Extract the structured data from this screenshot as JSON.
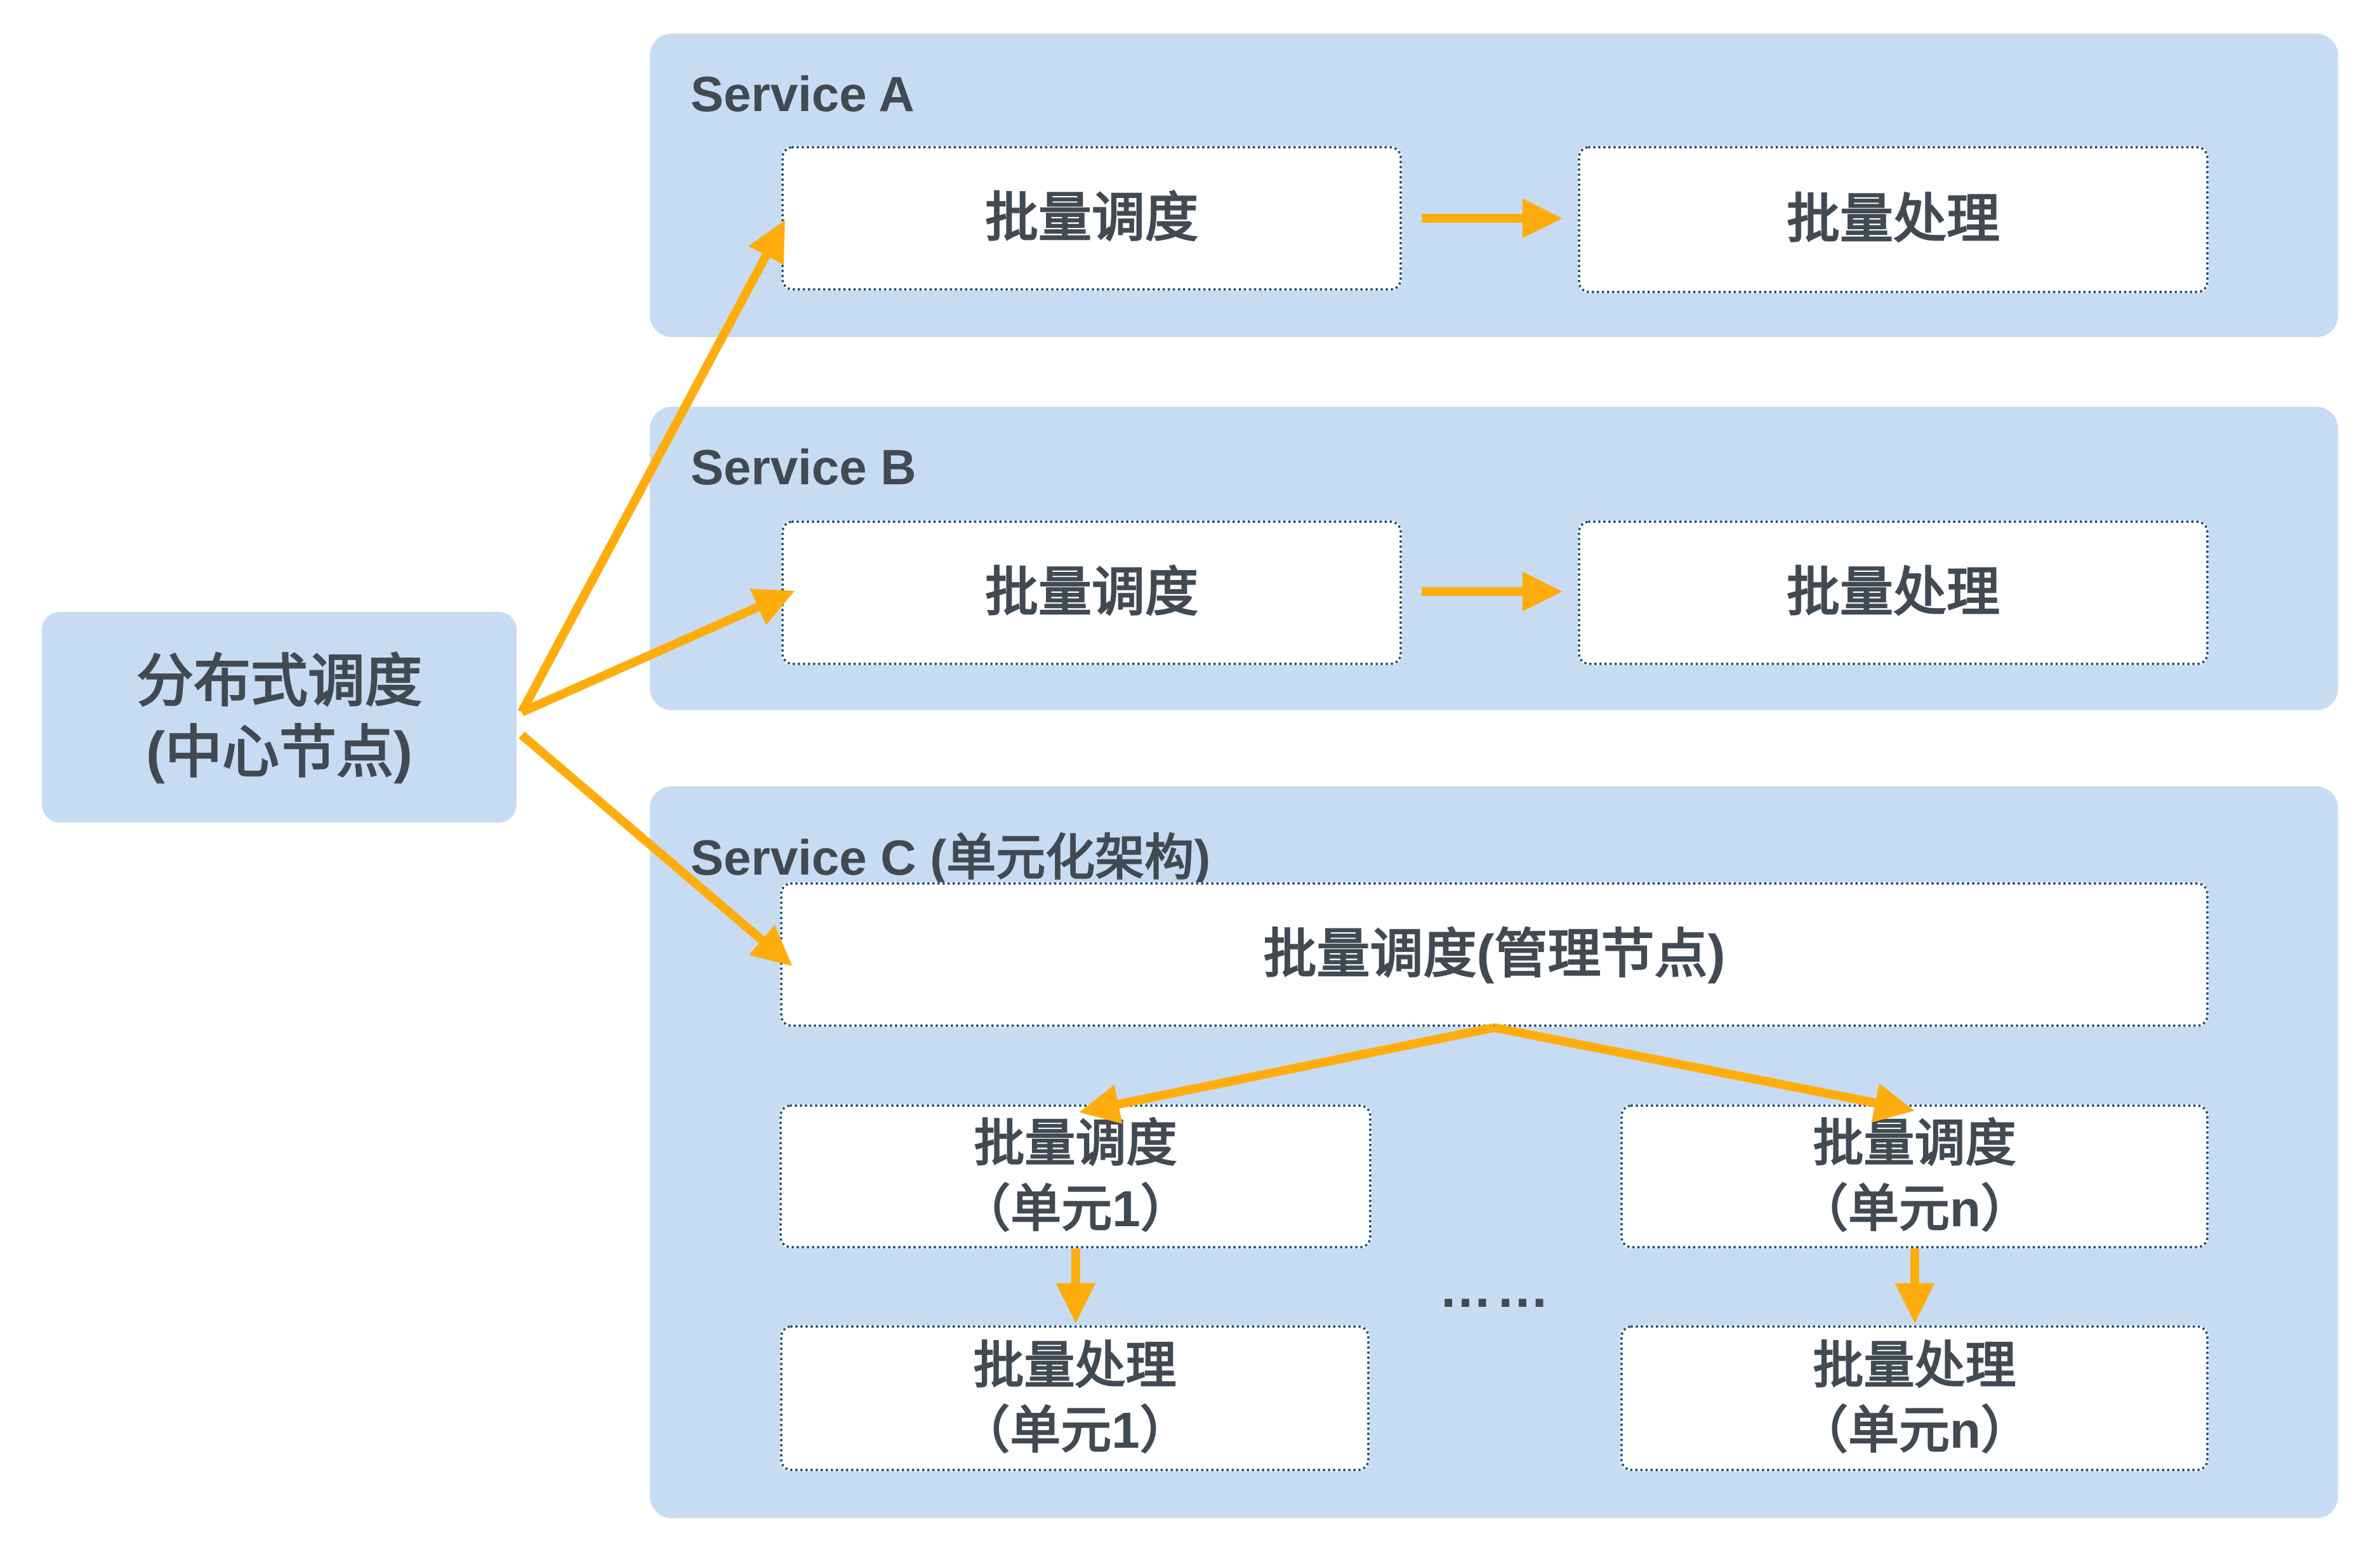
{
  "colors": {
    "canvas_bg": "#FFFFFF",
    "container_fill": "#C7DCF2",
    "box_fill": "#FFFFFF",
    "box_border": "#1F4E79",
    "arrow": "#FFAD0D",
    "text": "#414A53"
  },
  "central_node": {
    "line1": "分布式调度",
    "line2": "(中心节点)"
  },
  "service_a": {
    "title": "Service A",
    "scheduler": "批量调度",
    "processor": "批量处理"
  },
  "service_b": {
    "title": "Service B",
    "scheduler": "批量调度",
    "processor": "批量处理"
  },
  "service_c": {
    "title": "Service C (单元化架构)",
    "manager": "批量调度(管理节点)",
    "unit1_scheduler": {
      "line1": "批量调度",
      "line2": "（单元1）"
    },
    "unitn_scheduler": {
      "line1": "批量调度",
      "line2": "（单元n）"
    },
    "unit1_processor": {
      "line1": "批量处理",
      "line2": "（单元1）"
    },
    "unitn_processor": {
      "line1": "批量处理",
      "line2": "（单元n）"
    },
    "ellipsis": "……"
  }
}
